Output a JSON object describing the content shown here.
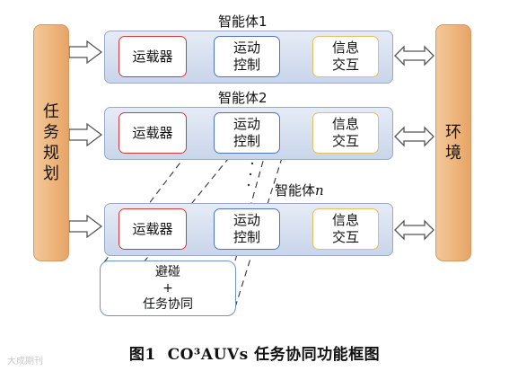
{
  "left_bar": {
    "label": "任务规划"
  },
  "right_bar": {
    "label": "环境"
  },
  "agents": [
    {
      "title": "智能体1",
      "vehicle": "运载器",
      "motion": "运动控制",
      "info": "信息交互"
    },
    {
      "title": "智能体2",
      "vehicle": "运载器",
      "motion": "运动控制",
      "info": "信息交互"
    },
    {
      "title_prefix": "智能体",
      "title_n": "n",
      "vehicle": "运载器",
      "motion": "运动控制",
      "info": "信息交互"
    }
  ],
  "note": {
    "line1": "避碰",
    "line2": "+",
    "line3": "任务协同"
  },
  "caption": {
    "fig": "图1",
    "text": "CO³AUVs 任务协同功能框图"
  },
  "watermark": "大成期刊"
}
